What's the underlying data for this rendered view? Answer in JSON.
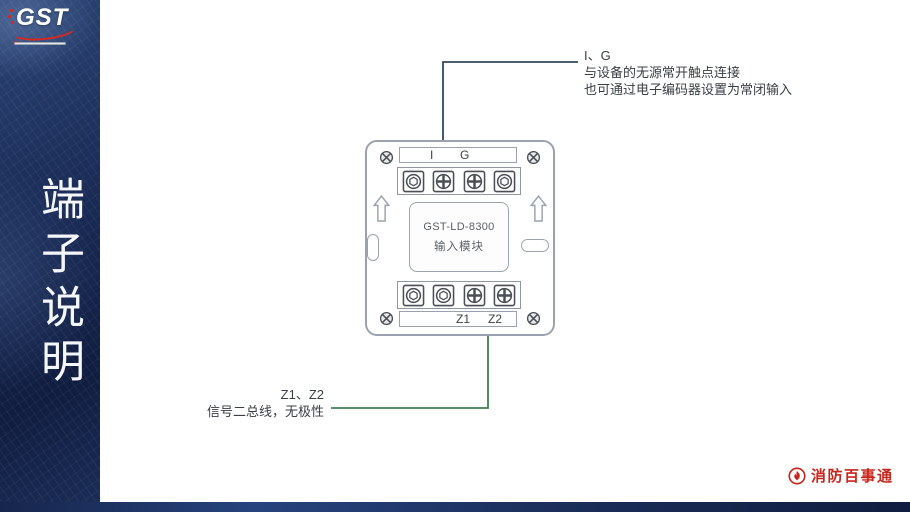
{
  "logo": {
    "text": "GST"
  },
  "sidebar": {
    "title": "端子说明"
  },
  "module": {
    "model": "GST-LD-8300",
    "type": "输入模块",
    "top_labels": [
      "I",
      "G"
    ],
    "bottom_labels": [
      "Z1",
      "Z2"
    ]
  },
  "annotations": {
    "top": {
      "title": "I、G",
      "line1": "与设备的无源常开触点连接",
      "line2": "也可通过电子编码器设置为常闭输入"
    },
    "bottom": {
      "title": "Z1、Z2",
      "line1": "信号二总线，无极性"
    }
  },
  "brand": {
    "text": "消防百事通"
  },
  "colors": {
    "sidebar_navy": "#1a2c57",
    "footer_navy": "#16254c",
    "wire_top": "#33475c",
    "wire_bottom": "#3f7d52",
    "brand_red": "#c8251d",
    "module_border": "#9aa3ad"
  }
}
